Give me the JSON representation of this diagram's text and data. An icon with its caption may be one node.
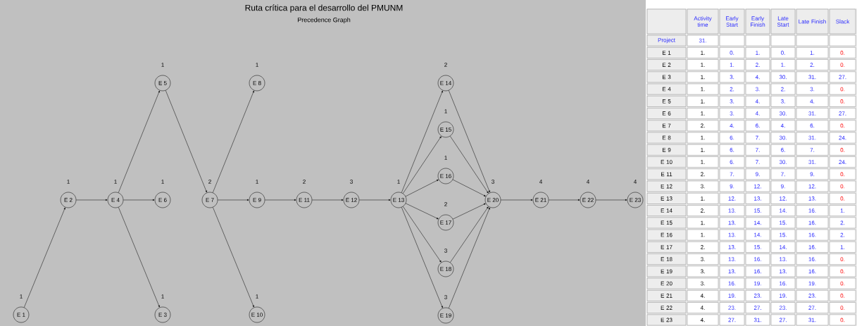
{
  "diagram": {
    "title": "Ruta crítica para el desarrollo del PMUNM",
    "nodes": [
      {
        "text": [
          "E 1"
        ],
        "beside": [
          "1"
        ]
      },
      {
        "text": [
          "E 2"
        ],
        "beside": [
          "1"
        ]
      },
      {
        "text": [
          "E 3"
        ],
        "beside": [
          "1"
        ]
      },
      {
        "text": [
          "E 4"
        ],
        "beside": [
          "1"
        ]
      },
      {
        "text": [
          "E 5"
        ],
        "beside": [
          "1"
        ]
      },
      {
        "text": [
          "E 6"
        ],
        "beside": [
          "1"
        ]
      },
      {
        "text": [
          "E 7"
        ],
        "beside": [
          "2"
        ]
      },
      {
        "text": [
          "E 8"
        ],
        "beside": [
          "1"
        ]
      },
      {
        "text": [
          "E 9"
        ],
        "beside": [
          "1"
        ]
      },
      {
        "text": [
          "E 10"
        ],
        "beside": [
          "1"
        ]
      },
      {
        "text": [
          "E 11"
        ],
        "beside": [
          "2"
        ]
      },
      {
        "text": [
          "E 12"
        ],
        "beside": [
          "3"
        ]
      },
      {
        "text": [
          "E 13"
        ],
        "beside": [
          "1"
        ]
      },
      {
        "text": [
          "E 14"
        ],
        "beside": [
          "2"
        ]
      },
      {
        "text": [
          "E 15"
        ],
        "beside": [
          "1"
        ]
      },
      {
        "text": [
          "E 16"
        ],
        "beside": [
          "1"
        ]
      },
      {
        "text": [
          "E 17"
        ],
        "beside": [
          "2"
        ]
      },
      {
        "text": [
          "E 18"
        ],
        "beside": [
          "3"
        ]
      },
      {
        "text": [
          "E 19"
        ],
        "beside": [
          "3"
        ]
      },
      {
        "text": [
          "E 20"
        ],
        "beside": [
          "3"
        ]
      },
      {
        "text": [
          "E 21"
        ],
        "beside": [
          "4"
        ]
      },
      {
        "text": [
          "E 22"
        ],
        "beside": [
          "4"
        ]
      },
      {
        "text": [
          "E 23"
        ],
        "beside": [
          "4"
        ]
      }
    ],
    "edges": [
      {
        "from": 0,
        "to": 1,
        "arrow": "to"
      },
      {
        "from": 1,
        "to": 3,
        "arrow": "to"
      },
      {
        "from": 3,
        "to": 4,
        "arrow": "to"
      },
      {
        "from": 3,
        "to": 5,
        "arrow": "to"
      },
      {
        "from": 3,
        "to": 2,
        "arrow": "to"
      },
      {
        "from": 4,
        "to": 6,
        "arrow": "to"
      },
      {
        "from": 6,
        "to": 7,
        "arrow": "to"
      },
      {
        "from": 6,
        "to": 8,
        "arrow": "to"
      },
      {
        "from": 6,
        "to": 9,
        "arrow": "to"
      },
      {
        "from": 8,
        "to": 10,
        "arrow": "to"
      },
      {
        "from": 10,
        "to": 11,
        "arrow": "to"
      },
      {
        "from": 11,
        "to": 12,
        "arrow": "to"
      },
      {
        "from": 12,
        "to": 13,
        "arrow": "to"
      },
      {
        "from": 12,
        "to": 14,
        "arrow": "to"
      },
      {
        "from": 12,
        "to": 15,
        "arrow": "to"
      },
      {
        "from": 12,
        "to": 16,
        "arrow": "to"
      },
      {
        "from": 12,
        "to": 17,
        "arrow": "to"
      },
      {
        "from": 12,
        "to": 18,
        "arrow": "to"
      },
      {
        "from": 13,
        "to": 19,
        "arrow": "to"
      },
      {
        "from": 14,
        "to": 19,
        "arrow": "to"
      },
      {
        "from": 15,
        "to": 19,
        "arrow": "to"
      },
      {
        "from": 16,
        "to": 19,
        "arrow": "to"
      },
      {
        "from": 17,
        "to": 19,
        "arrow": "to"
      },
      {
        "from": 18,
        "to": 19,
        "arrow": "to"
      },
      {
        "from": 19,
        "to": 20,
        "arrow": "to"
      },
      {
        "from": 20,
        "to": 21,
        "arrow": "to"
      },
      {
        "from": 21,
        "to": 22,
        "arrow": "to"
      }
    ],
    "labels": [
      "Precedence Graph",
      "Activity time",
      "Early Start",
      "Early Finish",
      "Late Start",
      "Late Finish",
      "Slack",
      "Project",
      "31.",
      "E 1",
      "1.",
      "0.",
      "1.",
      "0.",
      "1.",
      "0.",
      "E 2",
      "1.",
      "1.",
      "2.",
      "1.",
      "2.",
      "0.",
      "E 3",
      "1.",
      "3.",
      "4.",
      "30.",
      "31.",
      "27.",
      "E 4",
      "1.",
      "2.",
      "3.",
      "2.",
      "3.",
      "0.",
      "E 5",
      "1.",
      "3.",
      "4.",
      "3.",
      "4.",
      "0.",
      "E 6",
      "1.",
      "3.",
      "4.",
      "30.",
      "31.",
      "27.",
      "E 7",
      "2.",
      "4.",
      "6.",
      "4.",
      "6.",
      "0.",
      "E 8",
      "1.",
      "6.",
      "7.",
      "30.",
      "31.",
      "24.",
      "E 9",
      "1.",
      "6.",
      "7.",
      "6.",
      "7.",
      "0.",
      "E 10",
      "1.",
      "6.",
      "7.",
      "30.",
      "31.",
      "24.",
      "E 11",
      "2.",
      "7.",
      "9.",
      "7.",
      "9.",
      "0.",
      "E 12",
      "3.",
      "9.",
      "12.",
      "9.",
      "12.",
      "0.",
      "E 13",
      "1.",
      "12.",
      "13.",
      "12.",
      "13.",
      "0.",
      "E 14",
      "2.",
      "13.",
      "15.",
      "14.",
      "16.",
      "1.",
      "E 15",
      "1.",
      "13.",
      "14.",
      "15.",
      "16.",
      "2.",
      "E 16",
      "1.",
      "13.",
      "14.",
      "15.",
      "16.",
      "2.",
      "E 17",
      "2.",
      "13.",
      "15.",
      "14.",
      "16.",
      "1.",
      "E 18",
      "3.",
      "13.",
      "16.",
      "13.",
      "16.",
      "0.",
      "E 19",
      "3.",
      "13.",
      "16.",
      "13.",
      "16.",
      "0.",
      "E 20",
      "3.",
      "16.",
      "19.",
      "16.",
      "19.",
      "0.",
      "E 21",
      "4.",
      "19.",
      "23.",
      "19.",
      "23.",
      "0.",
      "E 22",
      "4.",
      "23.",
      "27.",
      "23.",
      "27.",
      "0.",
      "E 23",
      "4.",
      "27.",
      "31.",
      "27.",
      "31.",
      "0."
    ]
  }
}
